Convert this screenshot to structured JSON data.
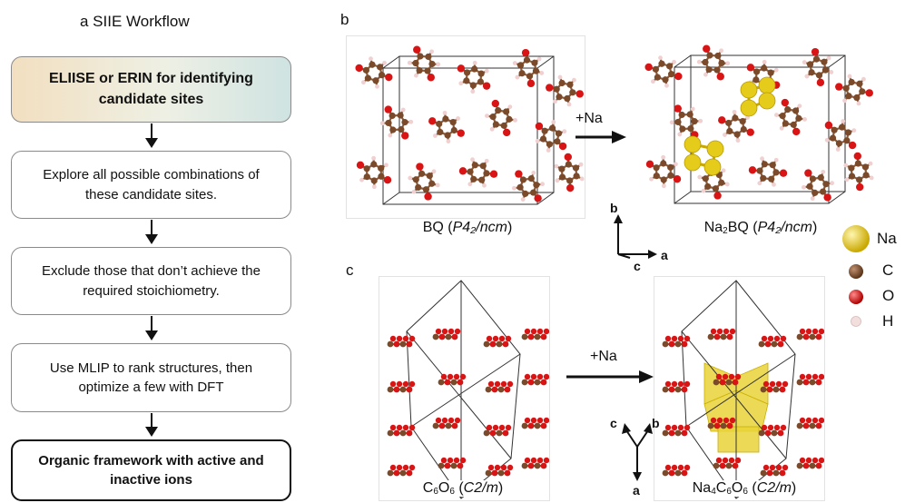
{
  "workflow": {
    "title": "a SIIE Workflow",
    "steps": [
      "ELIISE or ERIN for identifying candidate sites",
      "Explore all possible combinations of these candidate sites.",
      "Exclude those that don’t achieve the required stoichiometry.",
      "Use MLIP to rank structures, then optimize a few with DFT",
      "Organic framework with active and inactive ions"
    ]
  },
  "panel_b": {
    "label": "b",
    "left_formula": "BQ",
    "left_group": "P4₂/ncm",
    "right_formula_pre": "Na",
    "right_formula_sub": "2",
    "right_formula_post": "BQ",
    "right_group": "P4₂/ncm",
    "reaction": "+Na",
    "axes": [
      "b",
      "a",
      "c"
    ]
  },
  "panel_c": {
    "label": "c",
    "left_formula_parts": [
      "C",
      "6",
      "O",
      "6"
    ],
    "left_group": "C2/m",
    "right_formula_parts": [
      "Na",
      "4",
      "C",
      "6",
      "O",
      "6"
    ],
    "right_group": "C2/m",
    "reaction": "+Na",
    "axes": [
      "c",
      "b",
      "a"
    ]
  },
  "legend": {
    "items": [
      {
        "label": "Na",
        "color": "#e6cc1a"
      },
      {
        "label": "C",
        "color": "#7a4a2a"
      },
      {
        "label": "O",
        "color": "#d81414"
      },
      {
        "label": "H",
        "color": "#f2d6d6"
      }
    ]
  }
}
